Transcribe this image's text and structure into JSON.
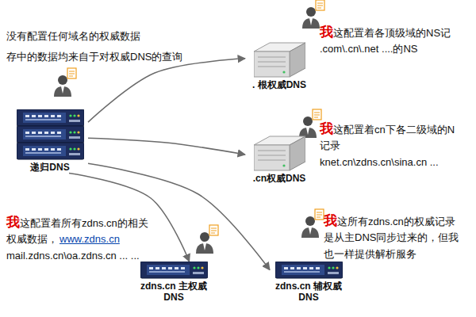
{
  "diagram": {
    "nodes": [
      {
        "text": [
          "递归DNS"
        ]
      },
      {
        "text": [
          ". 根权威DNS"
        ]
      },
      {
        "text": [
          ".cn权威DNS"
        ]
      },
      {
        "text": [
          "zdns.cn 主权威DNS"
        ]
      },
      {
        "text": [
          "zdns.cn 辅权威DNS"
        ]
      }
    ],
    "edges": [
      {
        "from": 0,
        "to": 1,
        "arrow": "to"
      },
      {
        "from": 0,
        "to": 2,
        "arrow": "to"
      },
      {
        "from": 0,
        "to": 3,
        "arrow": "to"
      },
      {
        "from": 0,
        "to": 4,
        "arrow": "to"
      }
    ],
    "labels": [
      "没有配置任何域名的权威数据",
      "存中的数据均来自于对权威DNS的查询",
      "我这配置着各顶级域的NS记",
      ".com\\.cn\\.net ....的NS",
      "我这配置着cn下各二级域的N",
      "记录",
      "knet.cn\\zdns.cn\\sina.cn ...",
      "我这配置着所有zdns.cn的相关",
      "权威数据，",
      "www.zdns.cn",
      "mail.zdns.cn\\oa.zdns.cn ... ...",
      "我这所有zdns.cn的权威记录",
      "是从主DNS同步过来的，但我",
      "也一样提供解析服务"
    ]
  }
}
